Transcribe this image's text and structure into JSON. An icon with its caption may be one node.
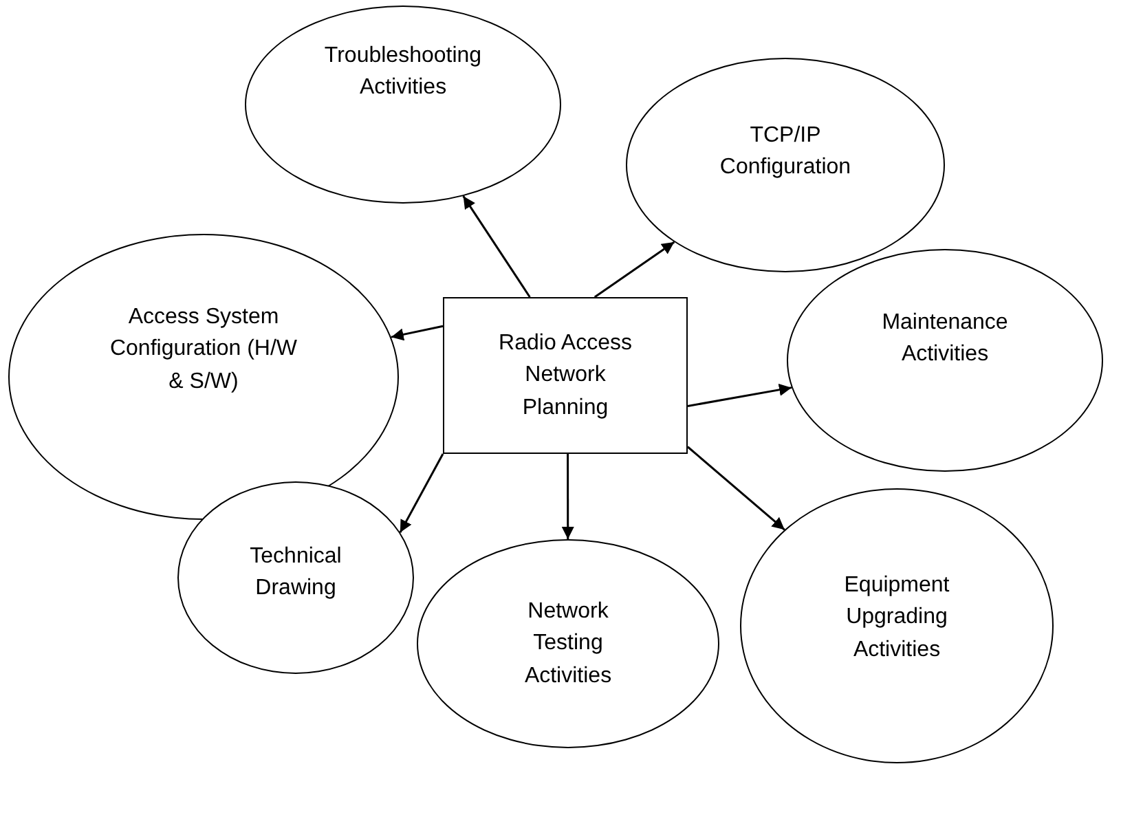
{
  "diagram": {
    "nodes": [
      {
        "text": [
          "Troubleshooting Activities"
        ]
      },
      {
        "text": [
          "TCP/IP Configuration"
        ]
      },
      {
        "text": [
          "Access System Configuration (H/W & S/W)"
        ]
      },
      {
        "text": [
          "Maintenance Activities"
        ]
      },
      {
        "text": [
          "Radio Access Network Planning"
        ]
      },
      {
        "text": [
          "Technical Drawing"
        ]
      },
      {
        "text": [
          "Network Testing Activities"
        ]
      },
      {
        "text": [
          "Equipment Upgrading Activities"
        ]
      }
    ],
    "edges": [
      {
        "from": 4,
        "to": 0,
        "arrow": "to"
      },
      {
        "from": 4,
        "to": 1,
        "arrow": "to"
      },
      {
        "from": 4,
        "to": 2,
        "arrow": "to"
      },
      {
        "from": 4,
        "to": 3,
        "arrow": "to"
      },
      {
        "from": 4,
        "to": 5,
        "arrow": "to"
      },
      {
        "from": 4,
        "to": 6,
        "arrow": "to"
      },
      {
        "from": 4,
        "to": 7,
        "arrow": "to"
      }
    ]
  }
}
